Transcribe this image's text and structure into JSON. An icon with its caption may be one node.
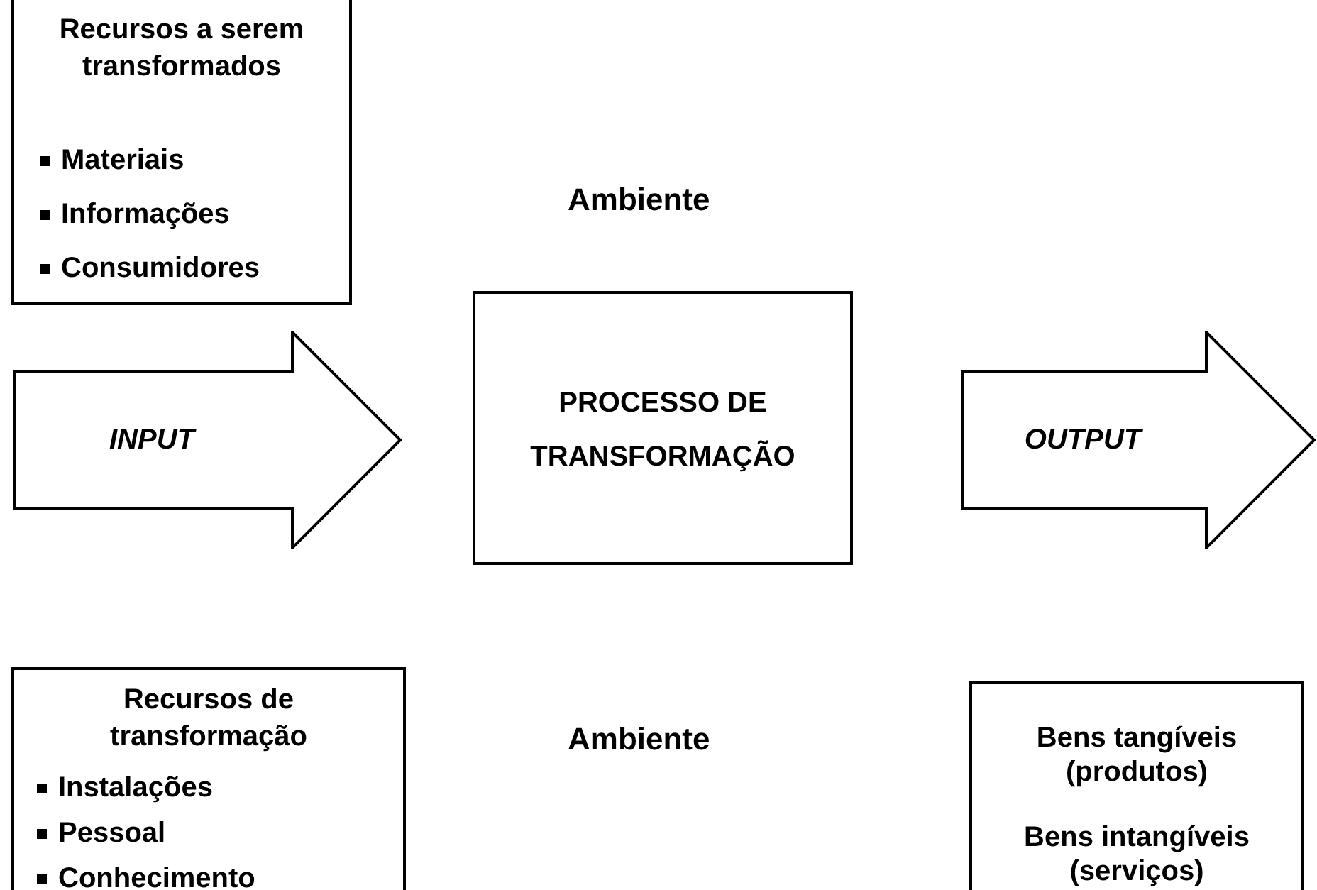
{
  "diagram": {
    "nodes": [
      {
        "text": [
          "Recursos a serem transformados",
          "Materiais",
          "Informações",
          "Consumidores"
        ]
      },
      {
        "text": [
          "INPUT"
        ]
      },
      {
        "text": [
          "PROCESSO DE TRANSFORMAÇÃO"
        ]
      },
      {
        "text": [
          "OUTPUT"
        ]
      },
      {
        "text": [
          "Recursos de transformação",
          "Instalações",
          "Pessoal",
          "Conhecimento"
        ]
      },
      {
        "text": [
          "Bens tangíveis (produtos)",
          "Bens intangíveis (serviços)"
        ]
      }
    ],
    "labels": [
      "Ambiente",
      "Ambiente"
    ]
  }
}
